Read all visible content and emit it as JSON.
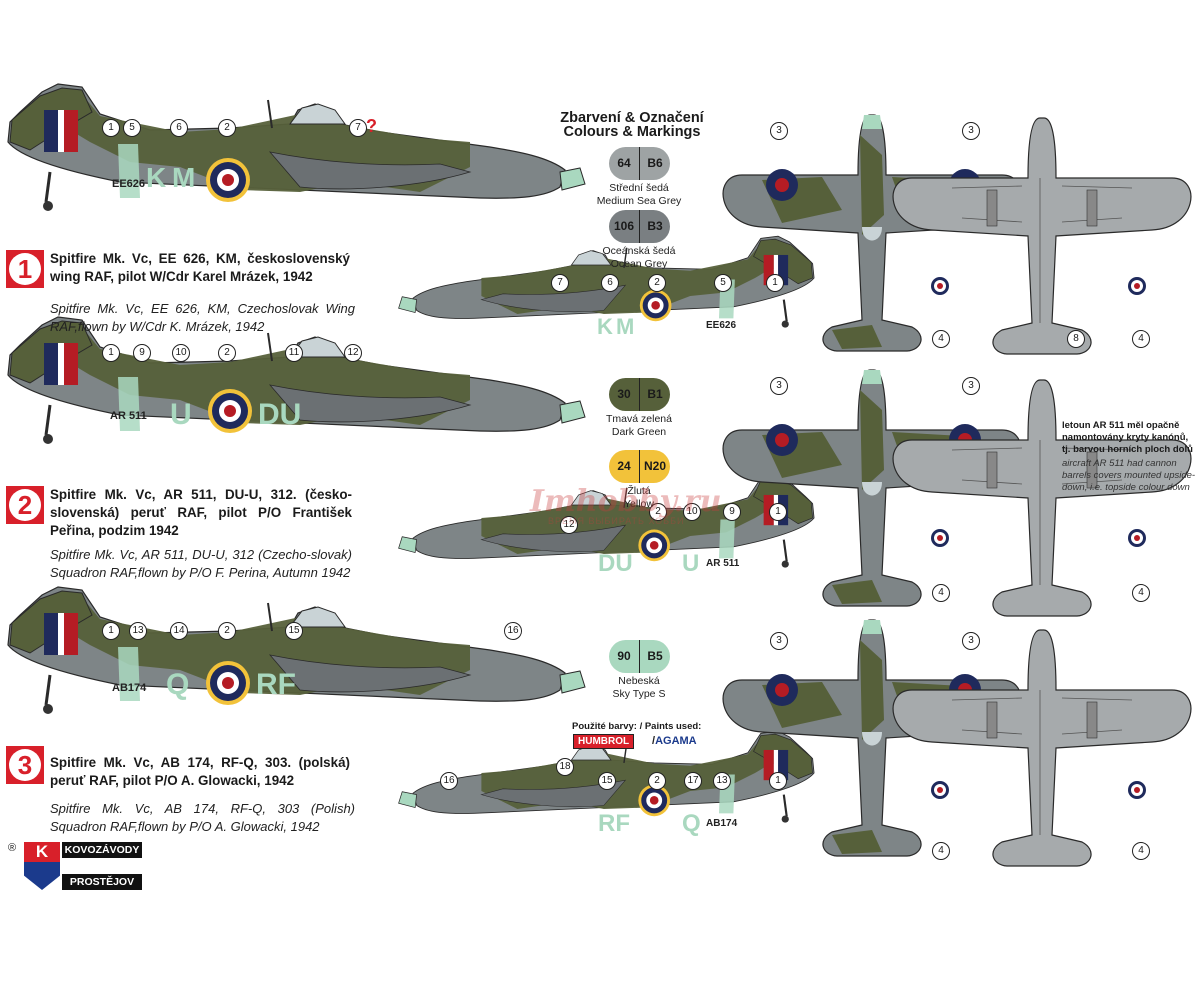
{
  "header": {
    "title_cz": "Zbarvení & Označení",
    "title_en": "Colours & Markings"
  },
  "paints": [
    {
      "humbrol": "64",
      "agama": "B6",
      "name_cz": "Střední šedá",
      "name_en": "Medium Sea Grey",
      "color": "#9ea3a4"
    },
    {
      "humbrol": "106",
      "agama": "B3",
      "name_cz": "Oceánská šedá",
      "name_en": "Ocean Grey",
      "color": "#7a7f82"
    },
    {
      "humbrol": "30",
      "agama": "B1",
      "name_cz": "Tmavá zelená",
      "name_en": "Dark Green",
      "color": "#56603a"
    },
    {
      "humbrol": "24",
      "agama": "N20",
      "name_cz": "Žlutá",
      "name_en": "Yellow",
      "color": "#f2c23a"
    },
    {
      "humbrol": "90",
      "agama": "B5",
      "name_cz": "Nebeská",
      "name_en": "Sky Type S",
      "color": "#a9d8bf"
    }
  ],
  "schemes": [
    {
      "number": "1",
      "desc_cz": "Spitfire Mk. Vc, EE 626, KM, československý wing RAF, pilot W/Cdr Karel Mrázek,  1942",
      "desc_en": "Spitfire Mk. Vc, EE 626, KM, Czechoslovak Wing RAF,flown by W/Cdr K. Mrázek, 1942",
      "serial": "EE626",
      "code_left": "K",
      "code_right": "M"
    },
    {
      "number": "2",
      "desc_cz": "Spitfire Mk. Vc, AR 511, DU-U, 312. (česko-slovenská) peruť RAF, pilot P/O František Peřina, podzim 1942",
      "desc_en": "Spitfire Mk. Vc, AR 511, DU-U, 312 (Czecho-slovak) Squadron RAF,flown by P/O F. Perina, Autumn 1942",
      "serial": "AR 511",
      "code_left": "U",
      "code_right": "DU"
    },
    {
      "number": "3",
      "desc_cz": "Spitfire Mk. Vc, AB 174, RF-Q, 303. (polská) peruť RAF, pilot P/O A. Glowacki, 1942",
      "desc_en": "Spitfire Mk. Vc, AB 174, RF-Q, 303 (Polish) Squadron RAF,flown by P/O A. Glowacki, 1942",
      "serial": "AB174",
      "code_left": "Q",
      "code_right": "RF"
    }
  ],
  "note": {
    "cz": "letoun AR 511 měl opačně namontovány kryty kanónů, tj. barvou horních ploch dolů",
    "en": "aircraft AR 511 had cannon barrels covers mounted upside-down, i.e. topside colour down"
  },
  "paints_used_label": "Použité barvy: / Paints used:",
  "brand_humbrol": "HUMBROL",
  "brand_agama": "AGAMA",
  "company": {
    "registered": "®",
    "logo_letter": "K",
    "line1": "KOVOZÁVODY",
    "line2": "PROSTĚJOV"
  },
  "watermark": {
    "main": "Imhobby.ru",
    "sub": "ВРЕМЯ ВЫБИРАТЬ ХОББИ"
  },
  "callouts": {
    "s1_side": [
      "1",
      "5",
      "6",
      "2",
      "7"
    ],
    "s1_question": "?",
    "s1_stbd": [
      "7",
      "6",
      "2",
      "5",
      "1"
    ],
    "s2_side": [
      "1",
      "9",
      "10",
      "2",
      "11",
      "12"
    ],
    "s2_stbd": [
      "12",
      "2",
      "10",
      "9",
      "1"
    ],
    "s3_side": [
      "1",
      "13",
      "14",
      "2",
      "15",
      "16"
    ],
    "s3_stbd": [
      "16",
      "18",
      "15",
      "2",
      "17",
      "13",
      "1"
    ],
    "top": [
      "3",
      "3"
    ],
    "bottom": [
      "4",
      "4"
    ],
    "bottom_extra": "8"
  },
  "colors": {
    "accent_red": "#d8202a",
    "roundel_blue": "#1f2a5c",
    "roundel_yellow": "#f2c23a",
    "ocean_grey": "#7e8587",
    "dark_green": "#56603a",
    "sky": "#a9d8bf",
    "medium_sea_grey": "#a6aaac"
  }
}
